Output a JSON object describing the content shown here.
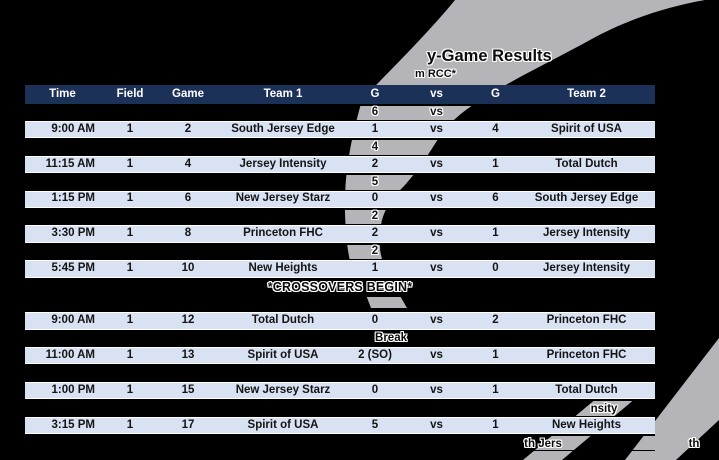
{
  "title_fragment": "y-Game Results",
  "subtitle_fragment": "m RCC*",
  "table": {
    "columns": [
      "Time",
      "Field",
      "Game",
      "Team 1",
      "G",
      "vs",
      "G",
      "Team 2"
    ]
  },
  "rows": [
    {
      "type": "score-fragment",
      "g1": "6",
      "vs": "vs"
    },
    {
      "type": "game",
      "time": "9:00 AM",
      "field": "1",
      "game": "2",
      "team1": "South Jersey Edge",
      "g1": "1",
      "vs": "vs",
      "g2": "4",
      "team2": "Spirit of USA"
    },
    {
      "type": "score-fragment",
      "g1": "4"
    },
    {
      "type": "game",
      "time": "11:15 AM",
      "field": "1",
      "game": "4",
      "team1": "Jersey Intensity",
      "g1": "2",
      "vs": "vs",
      "g2": "1",
      "team2": "Total Dutch"
    },
    {
      "type": "score-fragment",
      "g1": "5"
    },
    {
      "type": "game",
      "time": "1:15 PM",
      "field": "1",
      "game": "6",
      "team1": "New Jersey Starz",
      "g1": "0",
      "vs": "vs",
      "g2": "6",
      "team2": "South Jersey Edge"
    },
    {
      "type": "score-fragment",
      "g1": "2"
    },
    {
      "type": "game",
      "time": "3:30 PM",
      "field": "1",
      "game": "8",
      "team1": "Princeton FHC",
      "g1": "2",
      "vs": "vs",
      "g2": "1",
      "team2": "Jersey Intensity"
    },
    {
      "type": "score-fragment",
      "g1": "2"
    },
    {
      "type": "game",
      "time": "5:45 PM",
      "field": "1",
      "game": "10",
      "team1": "New Heights",
      "g1": "1",
      "vs": "vs",
      "g2": "0",
      "team2": "Jersey Intensity"
    },
    {
      "type": "banner",
      "text": "*CROSSOVERS BEGIN*"
    },
    {
      "type": "blank-swoosh"
    },
    {
      "type": "game",
      "time": "9:00 AM",
      "field": "1",
      "game": "12",
      "team1": "Total Dutch",
      "g1": "0",
      "vs": "vs",
      "g2": "2",
      "team2": "Princeton FHC"
    },
    {
      "type": "break",
      "text": "Break"
    },
    {
      "type": "game",
      "time": "11:00 AM",
      "field": "1",
      "game": "13",
      "team1": "Spirit of USA",
      "g1": "2 (SO)",
      "vs": "vs",
      "g2": "1",
      "team2": "Princeton FHC"
    },
    {
      "type": "blank-black"
    },
    {
      "type": "game",
      "time": "1:00 PM",
      "field": "1",
      "game": "15",
      "team1": "New Jersey Starz",
      "g1": "0",
      "vs": "vs",
      "g2": "1",
      "team2": "Total Dutch"
    },
    {
      "type": "fragment-right",
      "team2_fragment": "nsity"
    },
    {
      "type": "game",
      "time": "3:15 PM",
      "field": "1",
      "game": "17",
      "team1": "Spirit of USA",
      "g1": "5",
      "vs": "vs",
      "g2": "1",
      "team2": "New Heights"
    },
    {
      "type": "fragment-bottom",
      "team2_fragment": "th Jers",
      "edge_fragment": "th"
    }
  ],
  "colors": {
    "header_bg": "#1c3158",
    "row_bg": "#d9e2f3",
    "swoosh_gray": "#b5b5b9"
  }
}
